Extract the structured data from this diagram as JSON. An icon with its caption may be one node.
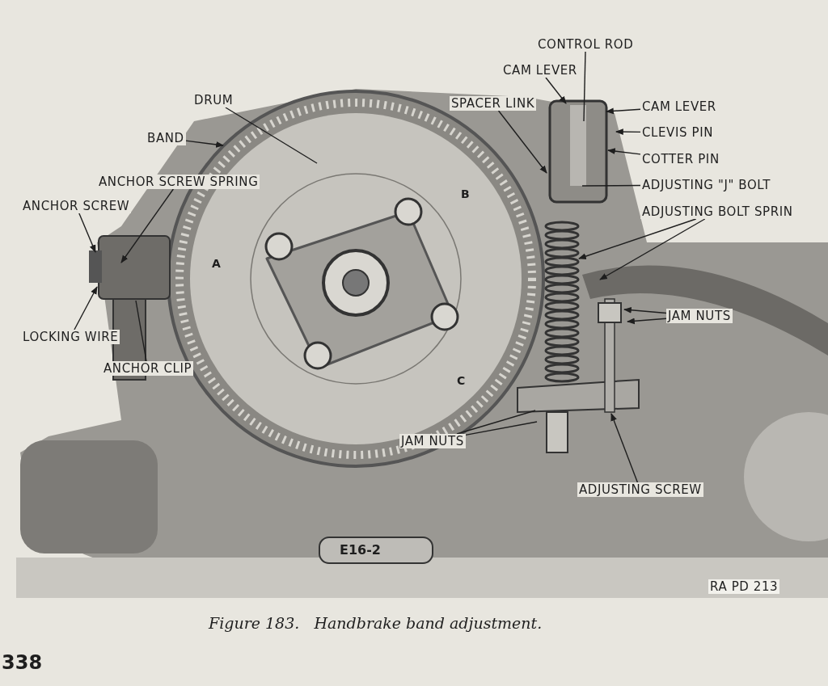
{
  "diagram": {
    "caption": "Figure 183.   Handbrake band adjustment.",
    "nodes": [
      {
        "text": [
          "CONTROL ROD"
        ]
      },
      {
        "text": [
          "CAM LEVER"
        ]
      },
      {
        "text": [
          "SPACER LINK"
        ]
      },
      {
        "text": [
          "CAM LEVER"
        ]
      },
      {
        "text": [
          "CLEVIS PIN"
        ]
      },
      {
        "text": [
          "COTTER PIN"
        ]
      },
      {
        "text": [
          "ADJUSTING \"J\" BOLT"
        ]
      },
      {
        "text": [
          "ADJUSTING BOLT SPRIN"
        ]
      },
      {
        "text": [
          "JAM NUTS"
        ]
      },
      {
        "text": [
          "DRUM"
        ]
      },
      {
        "text": [
          "BAND"
        ]
      },
      {
        "text": [
          "ANCHOR SCREW SPRING"
        ]
      },
      {
        "text": [
          "ANCHOR SCREW"
        ]
      },
      {
        "text": [
          "LOCKING WIRE"
        ]
      },
      {
        "text": [
          "ANCHOR CLIP"
        ]
      },
      {
        "text": [
          "JAM NUTS"
        ]
      },
      {
        "text": [
          "ADJUSTING SCREW"
        ]
      }
    ],
    "edges": [
      {
        "from": 0,
        "to": null,
        "arrow": "none"
      },
      {
        "from": 1,
        "to": null,
        "arrow": "to"
      },
      {
        "from": 2,
        "to": null,
        "arrow": "to"
      },
      {
        "from": 3,
        "to": null,
        "arrow": "to"
      },
      {
        "from": 4,
        "to": null,
        "arrow": "to"
      },
      {
        "from": 5,
        "to": null,
        "arrow": "to"
      },
      {
        "from": 6,
        "to": null,
        "arrow": "none"
      },
      {
        "from": 7,
        "to": null,
        "arrow": "to"
      },
      {
        "from": 7,
        "to": null,
        "arrow": "to"
      },
      {
        "from": 8,
        "to": null,
        "arrow": "to"
      },
      {
        "from": 8,
        "to": null,
        "arrow": "to"
      },
      {
        "from": 9,
        "to": null,
        "arrow": "none"
      },
      {
        "from": 10,
        "to": null,
        "arrow": "to"
      },
      {
        "from": 11,
        "to": null,
        "arrow": "to"
      },
      {
        "from": 12,
        "to": null,
        "arrow": "to"
      },
      {
        "from": 13,
        "to": null,
        "arrow": "to"
      },
      {
        "from": 14,
        "to": null,
        "arrow": "none"
      },
      {
        "from": 15,
        "to": null,
        "arrow": "none"
      },
      {
        "from": 15,
        "to": null,
        "arrow": "none"
      },
      {
        "from": 16,
        "to": null,
        "arrow": "to"
      }
    ],
    "labels": [
      "A",
      "B",
      "C",
      "E16-2",
      "RA PD 213",
      "338"
    ]
  }
}
